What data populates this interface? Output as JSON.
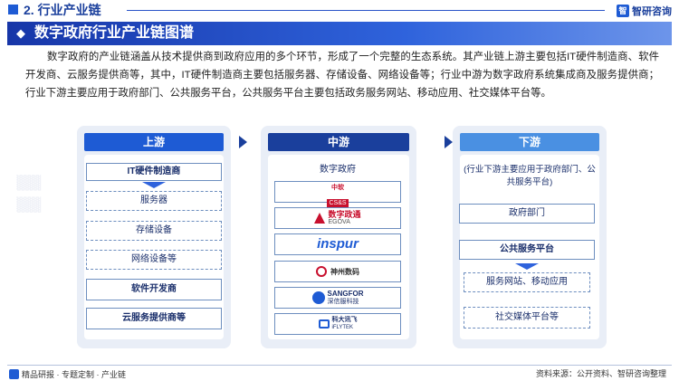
{
  "header": {
    "section_title": "2. 行业产业链",
    "brand_mark": "智",
    "brand_name": "智研咨询"
  },
  "banner": {
    "chevron": "◆",
    "title": "数字政府行业产业链图谱"
  },
  "intro": "数字政府的产业链涵盖从技术提供商到政府应用的多个环节，形成了一个完整的生态系统。其产业链上游主要包括IT硬件制造商、软件开发商、云服务提供商等，其中，IT硬件制造商主要包括服务器、存储设备、网络设备等；行业中游为数字政府系统集成商及服务提供商；行业下游主要应用于政府部门、公共服务平台，公共服务平台主要包括政务服务网站、移动应用、社交媒体平台等。",
  "upstream": {
    "title": "上游",
    "hardware": "IT硬件制造商",
    "sub_items": [
      "服务器",
      "存储设备",
      "网络设备等"
    ],
    "software": "软件开发商",
    "cloud": "云服务提供商等"
  },
  "midstream": {
    "title": "中游",
    "label": "数字政府",
    "logos": [
      {
        "name": "中软",
        "sub": "CS&S"
      },
      {
        "name": "数字政通",
        "sub": "EGOVA"
      },
      {
        "name": "inspur",
        "sub": ""
      },
      {
        "name": "神州数码",
        "sub": ""
      },
      {
        "name": "SANGFOR",
        "sub": "深信服科技"
      },
      {
        "name": "科大讯飞",
        "sub": "iFLYTEK"
      }
    ]
  },
  "downstream": {
    "title": "下游",
    "note": "(行业下游主要应用于政府部门、公共服务平台)",
    "gov": "政府部门",
    "platform": "公共服务平台",
    "sub_items": [
      "服务网站、移动应用",
      "社交媒体平台等"
    ]
  },
  "footer": {
    "left": "精品研报 · 专题定制 · 产业链",
    "right": "资料来源：公开资料、智研咨询整理"
  },
  "colors": {
    "primary": "#1e5bd4",
    "dark": "#1a3f9c",
    "panel_bg": "#e9eef7"
  }
}
